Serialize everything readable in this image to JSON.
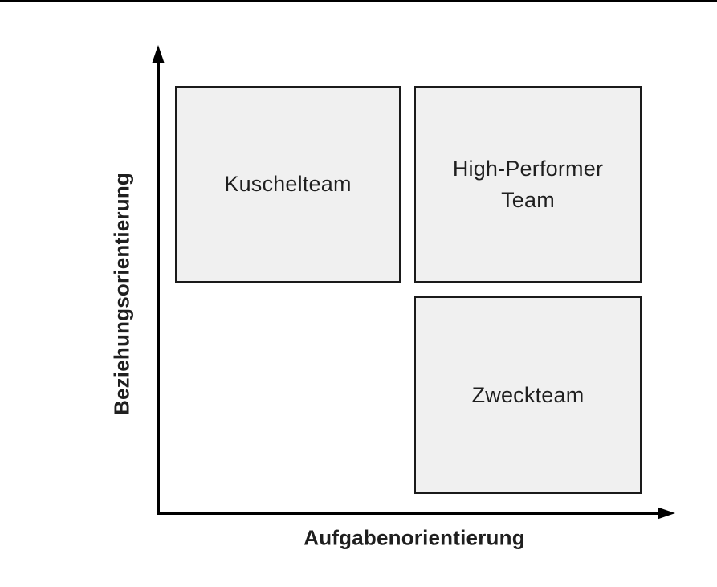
{
  "colors": {
    "top_rule": "#000000",
    "axis": "#000000",
    "box_fill": "#f0f0f0",
    "box_border": "#1a1a1a",
    "text": "#1f1f1f"
  },
  "diagram": {
    "y_axis_label": "Beziehungsorientierung",
    "x_axis_label": "Aufgabenorientierung",
    "quadrants": [
      {
        "position": "top-left",
        "label": "Kuschelteam"
      },
      {
        "position": "top-right",
        "label": "High-Performer Team"
      },
      {
        "position": "bottom-right",
        "label": "Zweckteam"
      }
    ]
  }
}
